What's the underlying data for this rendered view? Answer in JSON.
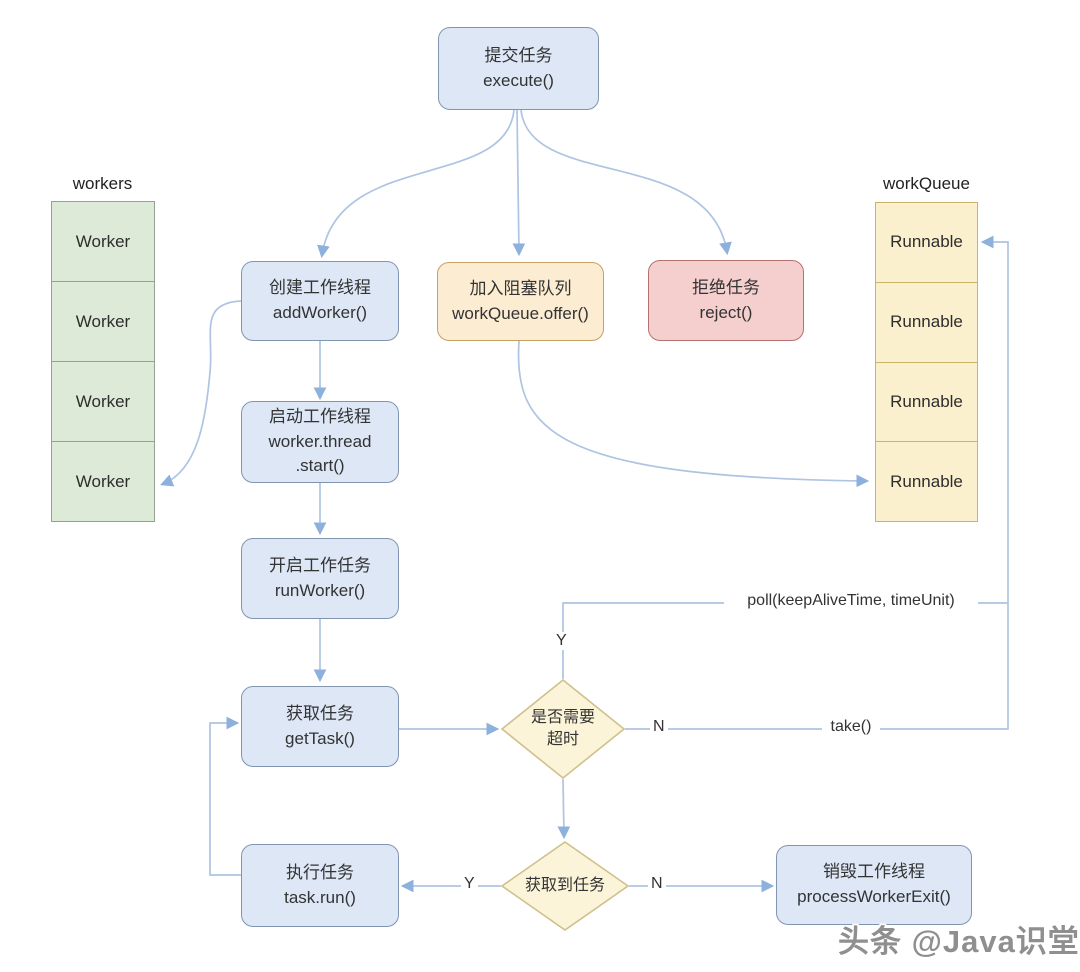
{
  "diagram": {
    "nodes": {
      "execute": {
        "lines": [
          "提交任务",
          "execute()"
        ]
      },
      "add_worker": {
        "lines": [
          "创建工作线程",
          "addWorker()"
        ]
      },
      "offer": {
        "lines": [
          "加入阻塞队列",
          "workQueue.offer()"
        ]
      },
      "reject": {
        "lines": [
          "拒绝任务",
          "reject()"
        ]
      },
      "thread_start": {
        "lines": [
          "启动工作线程",
          "worker.thread",
          ".start()"
        ]
      },
      "run_worker": {
        "lines": [
          "开启工作任务",
          "runWorker()"
        ]
      },
      "get_task": {
        "lines": [
          "获取任务",
          "getTask()"
        ]
      },
      "task_run": {
        "lines": [
          "执行任务",
          "task.run()"
        ]
      },
      "process_worker_exit": {
        "lines": [
          "销毁工作线程",
          "processWorkerExit()"
        ]
      },
      "need_timeout": {
        "lines": [
          "是否需要",
          "超时"
        ]
      },
      "got_task": {
        "lines": [
          "获取到任务"
        ]
      }
    },
    "lists": {
      "workers": {
        "title": "workers",
        "items": [
          "Worker",
          "Worker",
          "Worker",
          "Worker"
        ]
      },
      "work_queue": {
        "title": "workQueue",
        "items": [
          "Runnable",
          "Runnable",
          "Runnable",
          "Runnable"
        ]
      }
    },
    "edge_labels": {
      "poll": "poll(keepAliveTime, timeUnit)",
      "take": "take()",
      "timeout_yes": "Y",
      "timeout_no": "N",
      "got_task_yes": "Y",
      "got_task_no": "N"
    },
    "watermark": "头条 @Java识堂",
    "colors": {
      "node_blue_fill": "#dde7f6",
      "node_blue_border": "#8295b0",
      "node_orange_fill": "#fcecd2",
      "node_orange_border": "#c9a064",
      "node_red_fill": "#f4cfcd",
      "node_red_border": "#b3726f",
      "workers_fill": "#dcead7",
      "workers_border": "#93a392",
      "queue_fill": "#fbf0cd",
      "queue_border": "#c9b469",
      "diamond_fill": "#fbf4d9",
      "diamond_border": "#cfc08c",
      "arrow": "#a8c2e4"
    }
  }
}
